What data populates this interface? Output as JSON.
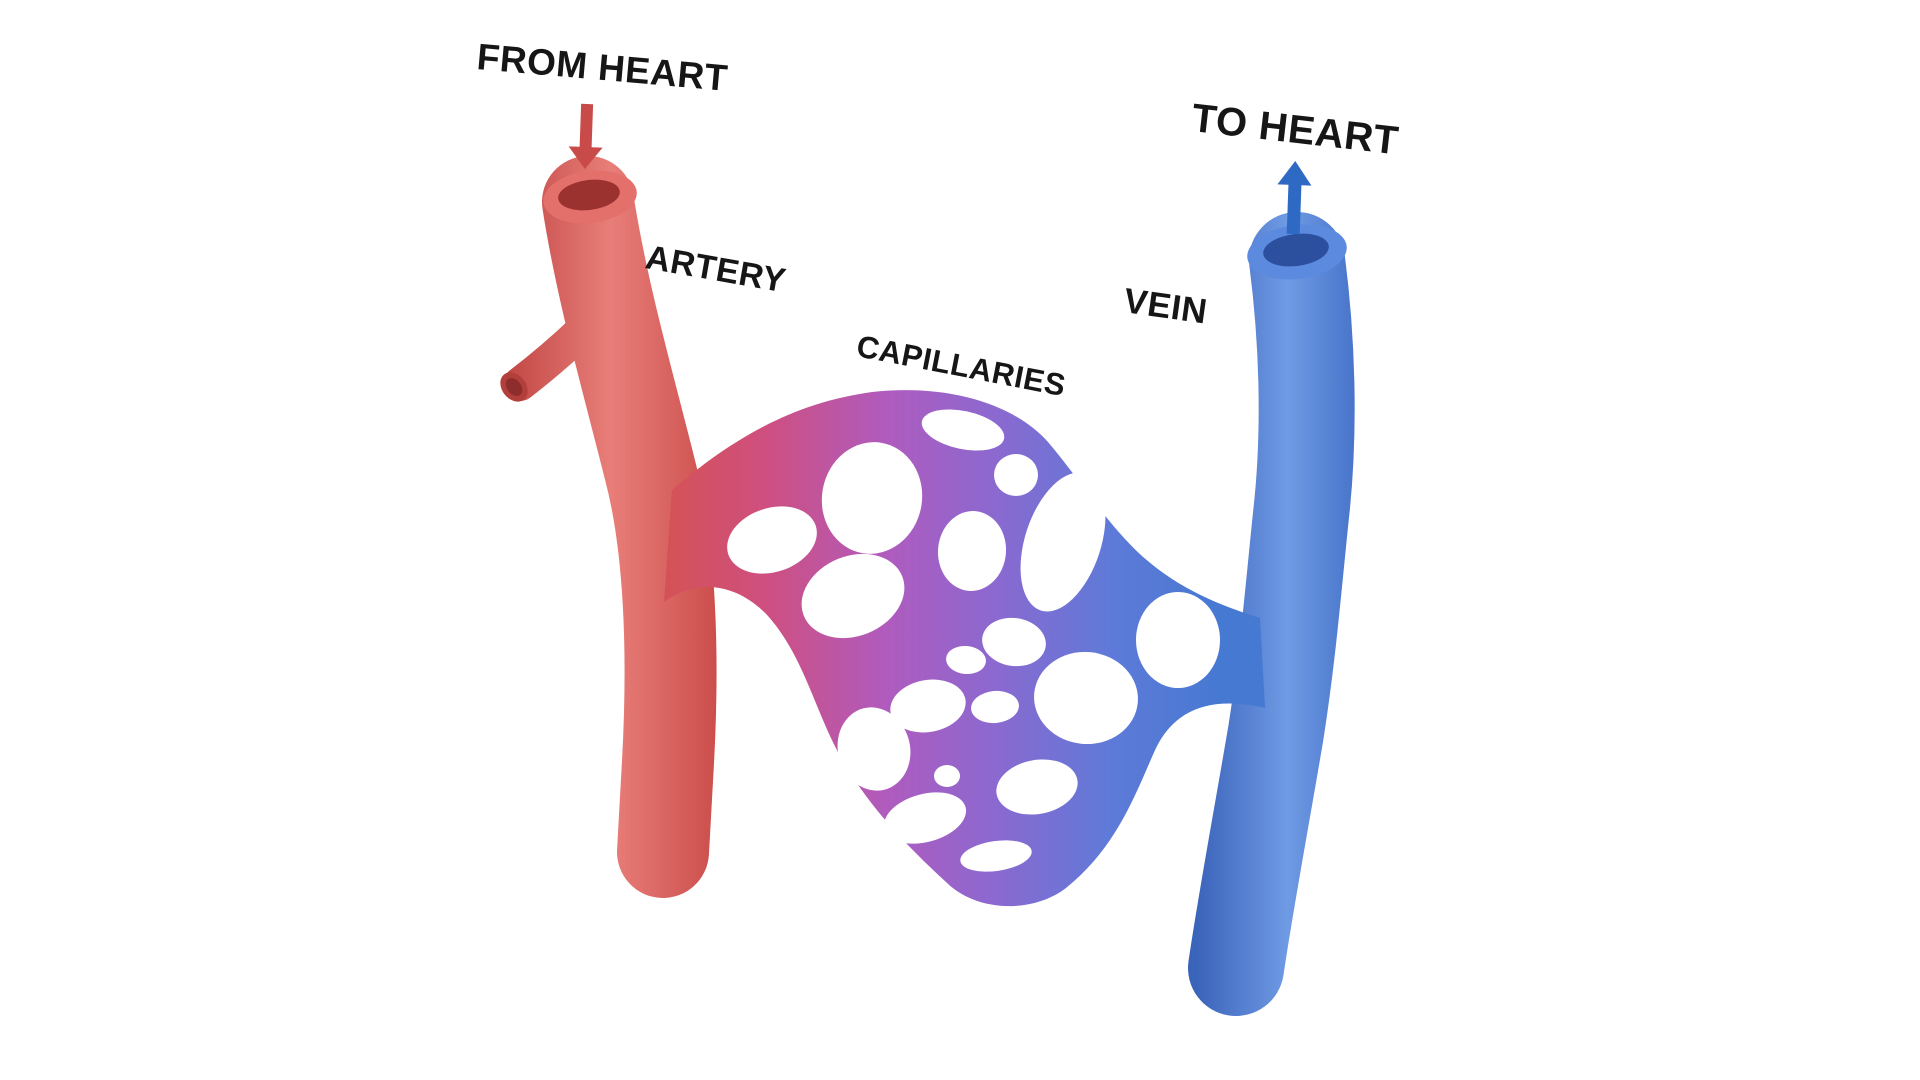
{
  "figure": {
    "labels": {
      "from_heart": "FROM HEART",
      "artery": "ARTERY",
      "capillaries": "CAPILLARIES",
      "vein": "VEIN",
      "to_heart": "TO HEART"
    },
    "colors": {
      "background": "#ffffff",
      "label_text": "#161616",
      "arrow_red": "#c94b49",
      "arrow_blue": "#2e69c4",
      "artery_shade": "#bf4341",
      "artery_highlight": "#e87e79",
      "artery_edge": "#c84846",
      "artery_opening_face": "#e4706b",
      "artery_lumen": "#9c322f",
      "branch_face": "#b23f3c",
      "branch_lumen": "#8e2e2c",
      "vein_shade": "#3a63ba",
      "vein_highlight": "#6f9ae4",
      "vein_edge": "#3f6cc5",
      "vein_opening_face": "#5b8ade",
      "vein_lumen": "#2c4f9e",
      "capillary_stops": [
        "#d5534f",
        "#cf4f7e",
        "#b05bbe",
        "#8a69d0",
        "#5f7ad8",
        "#4679d2"
      ]
    }
  }
}
